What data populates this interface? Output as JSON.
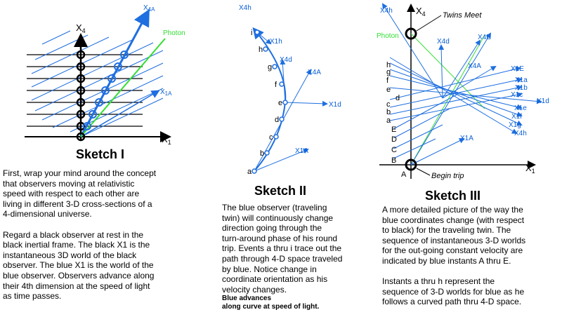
{
  "colors": {
    "blue": "#1f6fe0",
    "black": "#000000",
    "photon": "#33dd33",
    "text_blue": "#0a5fd6"
  },
  "sketch1": {
    "title": "Sketch I",
    "labels": {
      "x4": "X",
      "x4_sub": "4",
      "x1": "X",
      "x1_sub": "1",
      "x4a": "X",
      "x4a_sub": "4A",
      "x1a": "X",
      "x1a_sub": "1A",
      "photon": "Photon"
    },
    "text": "First, wrap your mind around the concept\n that observers moving at relativistic\nspeed with respect to each other are\nliving in different 3-D cross-sections of a\n4-dimensional universe.\n\nRegard a black observer at rest in the\nblack inertial frame. The black X1 is the\ninstantaneous 3D world of the black\nobserver. The blue X1 is the world of the\nblue observer.  Observers advance along\ntheir 4th dimension  at the speed of light\nas time passes."
  },
  "sketch2": {
    "title": "Sketch II",
    "labels": {
      "x4h": "X4h",
      "x1h": "X1h",
      "x4d": "X4d",
      "x4a": "X4A",
      "x1d": "X1d",
      "x1a": "X1A"
    },
    "events": [
      "a",
      "b",
      "c",
      "d",
      "e",
      "f",
      "g",
      "h",
      "i"
    ],
    "text": "The blue observer (traveling\ntwin) will continuously change\ndirection going through the\nturn-around phase of his round\ntrip. Events a thru i trace out the\npath through 4-D space traveled\nby blue. Notice change in\ncoordinate orientation as his\nvelocity changes.",
    "note": "Blue advances\nalong curve at speed of light."
  },
  "sketch3": {
    "title": "Sketch III",
    "labels": {
      "x4h": "X4h",
      "x4": "X",
      "x4_sub": "4",
      "x1": "X",
      "x1_sub": "1",
      "twins_meet": "Twins Meet",
      "begin_trip": "Begin trip",
      "photon": "Photon",
      "x4d": "X4d",
      "x4e": "X4E",
      "x4a": "X4A",
      "x1e_up": "X1E",
      "x1a": "X1a",
      "x1b": "X1b",
      "x1c": "X1c",
      "x1d": "X1d",
      "x1e": "X1e",
      "x1f": "X1f",
      "x1g": "X1g",
      "x4h_b": "X4h",
      "x1a_lower": "X1A"
    },
    "left_letters": [
      "h",
      "g",
      "f",
      "e",
      "d",
      "c",
      "b",
      "a",
      "E",
      "D",
      "C",
      "B",
      "A"
    ],
    "text": "A more detailed picture of the way the\nblue coordinates change (with respect\nto black) for the traveling twin. The\nsequence of instantaneous 3-D worlds\nfor the out-going constant velocity are\nindicated by blue instants A thru E.\n\nInstants a thru h represent   the\nsequence of 3-D worlds for blue as he\nfollows a curved path thru 4-D space."
  }
}
